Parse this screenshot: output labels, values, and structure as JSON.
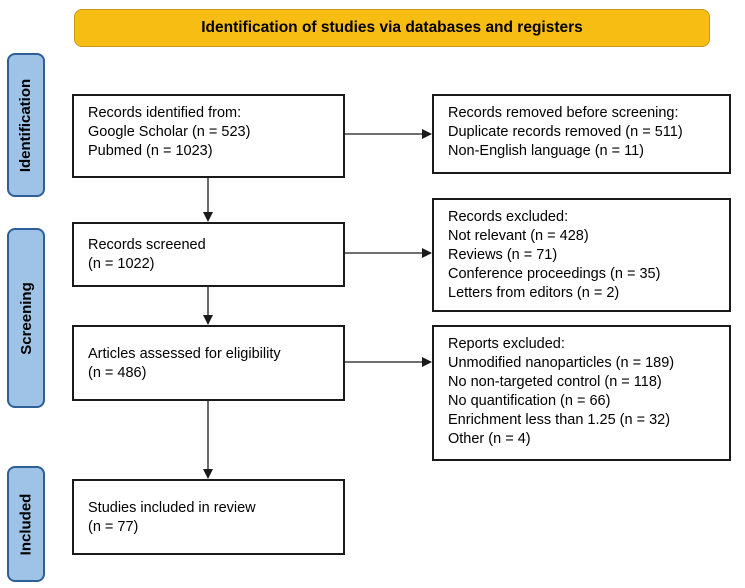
{
  "banner": {
    "title": "Identification of studies via databases and registers"
  },
  "stages": {
    "identification": "Identification",
    "screening": "Screening",
    "included": "Included"
  },
  "boxes": {
    "records_identified": [
      "Records identified from:",
      "Google Scholar (n = 523)",
      "Pubmed (n = 1023)"
    ],
    "records_removed": [
      "Records removed before screening:",
      "Duplicate records removed (n = 511)",
      "Non-English language (n = 11)"
    ],
    "records_screened": [
      "Records screened",
      "(n = 1022)"
    ],
    "records_excluded": [
      "Records excluded:",
      "Not relevant (n = 428)",
      "Reviews (n = 71)",
      "Conference proceedings (n = 35)",
      "Letters from editors (n = 2)"
    ],
    "articles_assessed": [
      "Articles assessed for eligibility",
      "(n = 486)"
    ],
    "reports_excluded": [
      "Reports excluded:",
      "Unmodified nanoparticles (n = 189)",
      "No non-targeted control (n = 118)",
      "No quantification (n = 66)",
      "Enrichment less than 1.25 (n = 32)",
      "Other (n = 4)"
    ],
    "studies_included": [
      "Studies included in review",
      "(n = 77)"
    ]
  },
  "colors": {
    "banner_fill": "#f8bd12",
    "stage_fill": "#9ec3e6",
    "stage_border": "#2f5f97",
    "box_border": "#1a1a1a"
  }
}
